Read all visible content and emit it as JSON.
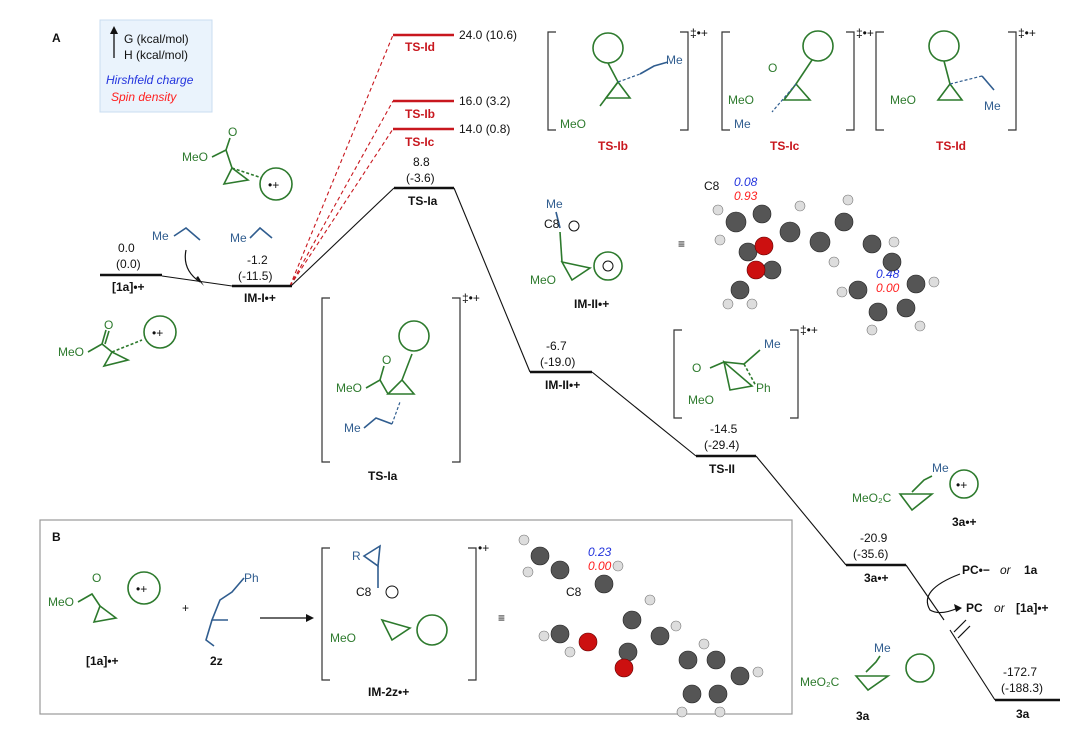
{
  "panel_a_label": "A",
  "panel_b_label": "B",
  "legend": {
    "g_line": "G (kcal/mol)",
    "h_line": "H (kcal/mol)",
    "hirshfeld": "Hirshfeld charge",
    "spin": "Spin density"
  },
  "levels": [
    {
      "id": "1a",
      "label": "[1a]•+",
      "g": "0.0",
      "h": "(0.0)"
    },
    {
      "id": "im1",
      "label": "IM-I•+",
      "g": "-1.2",
      "h": "(-11.5)"
    },
    {
      "id": "tsia",
      "label": "TS-Ia",
      "g": "8.8",
      "h": "(-3.6)"
    },
    {
      "id": "im2",
      "label": "IM-II•+",
      "g": "-6.7",
      "h": "(-19.0)"
    },
    {
      "id": "ts2",
      "label": "TS-II",
      "g": "-14.5",
      "h": "(-29.4)"
    },
    {
      "id": "3arc",
      "label": "3a•+",
      "g": "-20.9",
      "h": "(-35.6)"
    },
    {
      "id": "3a",
      "label": "3a",
      "g": "-172.7",
      "h": "(-188.3)"
    }
  ],
  "red_levels": [
    {
      "label": "TS-Id",
      "value": "24.0 (10.6)"
    },
    {
      "label": "TS-Ib",
      "value": "16.0 (3.2)"
    },
    {
      "label": "TS-Ic",
      "value": "14.0 (0.8)"
    }
  ],
  "structures": {
    "ts_labels": [
      "TS-Ib",
      "TS-Ic",
      "TS-Id"
    ],
    "tsia_label": "TS-Ia",
    "ts2_label": "",
    "im2_label": "IM-II•+",
    "product_rc_label": "3a•+",
    "product_label": "3a",
    "ts_superscript": "‡•+",
    "me": "Me",
    "meo": "MeO",
    "o": "O",
    "ph": "Ph",
    "meo2c": "MeO₂C",
    "c8": "C8"
  },
  "spin_im2": {
    "charge": "0.08",
    "spin": "0.93",
    "ring_charge": "0.48",
    "ring_spin": "0.00",
    "atom": "C8"
  },
  "spin_2z": {
    "charge": "0.23",
    "spin": "0.00",
    "atom": "C8"
  },
  "regen": {
    "pc_minus": "PC•−",
    "or1": "or",
    "reagent_1a": "1a",
    "pc": "PC",
    "or2": "or",
    "rc_1a": "[1a]•+"
  },
  "panel_b": {
    "reactant_label": "[1a]•+",
    "plus": "+",
    "alkene_label": "2z",
    "product_label": "IM-2z•+",
    "r": "R",
    "ph": "Ph",
    "c8": "C8",
    "superscript": "•+"
  },
  "colors": {
    "red": "#c8171e",
    "green": "#2d7a2d",
    "blue": "#305d8f",
    "charge": "#2233dd",
    "spin": "#ff2020"
  }
}
